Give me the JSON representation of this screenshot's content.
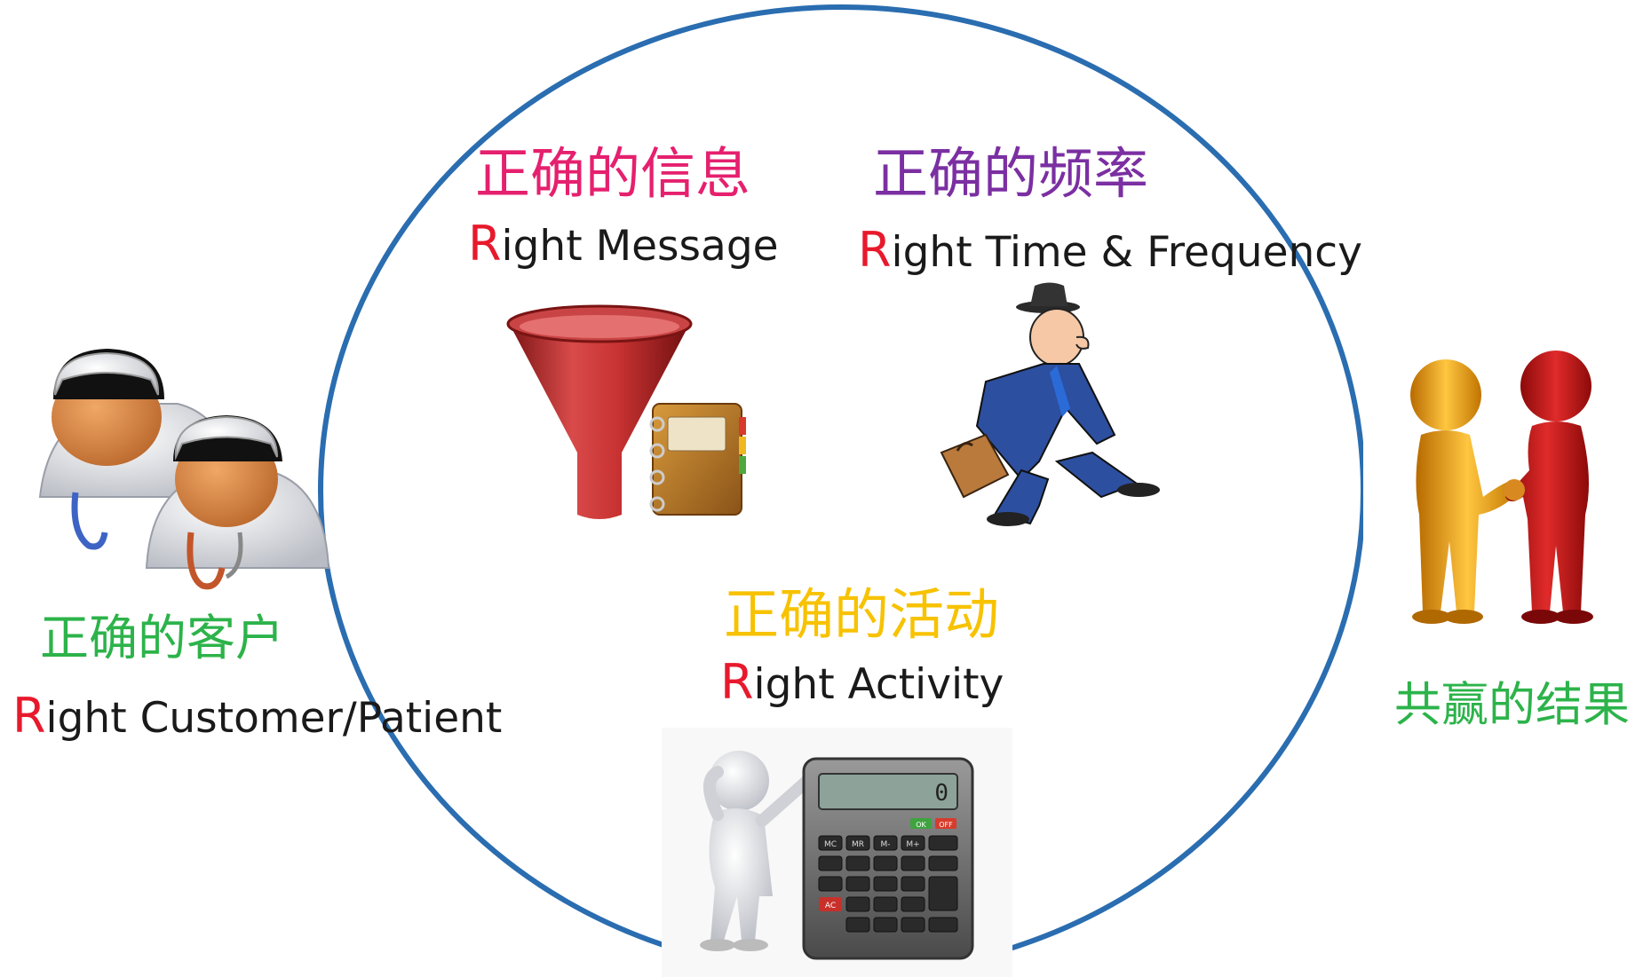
{
  "colors": {
    "circle": "#2a6db0",
    "r_letter": "#e8192c",
    "message": "#e5206e",
    "frequency": "#7b2fa2",
    "activity": "#f7c200",
    "customer": "#2cb34a",
    "result": "#2cb34a"
  },
  "message": {
    "zh": "正确的信息",
    "r": "R",
    "en": "ight Message",
    "icon": "funnel-notebook-icon"
  },
  "frequency": {
    "zh": "正确的频率",
    "r": "R",
    "en": "ight Time & Frequency",
    "icon": "walking-businessman-icon"
  },
  "activity": {
    "zh": "正确的活动",
    "r": "R",
    "en": "ight Activity",
    "icon": "person-calculator-icon"
  },
  "customer": {
    "zh": "正确的客户",
    "r": "R",
    "en": "ight Customer/Patient",
    "icon": "doctors-icon"
  },
  "result": {
    "zh": "共赢的结果",
    "icon": "handshake-icon"
  },
  "calculator": {
    "display": "0",
    "keys": [
      "MC",
      "MR",
      "M-",
      "M+",
      "OK",
      "OFF",
      "AC"
    ]
  }
}
